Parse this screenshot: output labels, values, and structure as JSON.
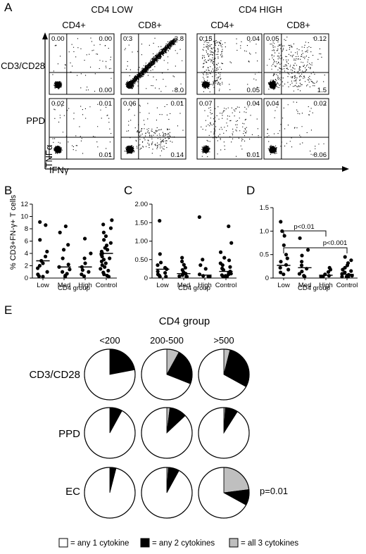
{
  "panelA": {
    "letter": "A",
    "groups": [
      "CD4 LOW",
      "CD4 HIGH"
    ],
    "columns": [
      "CD4+",
      "CD8+",
      "CD4+",
      "CD8+"
    ],
    "rows": [
      "CD3/CD28",
      "PPD"
    ],
    "y_axis_label": "TNFα",
    "x_axis_label": "IFNγ",
    "quadrant_values": [
      [
        {
          "ul": "0.00",
          "ur": "0.00",
          "lr": "0.00"
        },
        {
          "ul": "0.3",
          "ur": "3.8",
          "lr": "8.0"
        },
        {
          "ul": "0.15",
          "ur": "0.04",
          "lr": "0.05"
        },
        {
          "ul": "0.05",
          "ur": "0.12",
          "lr": "1.5"
        }
      ],
      [
        {
          "ul": "0.02",
          "ur": "0.01",
          "lr": "0.01"
        },
        {
          "ul": "0.06",
          "ur": "0.01",
          "lr": "0.14"
        },
        {
          "ul": "0.07",
          "ur": "0.04",
          "lr": "0.01"
        },
        {
          "ul": "0.04",
          "ur": "0.02",
          "lr": "0.06"
        }
      ]
    ]
  },
  "chart_data": [
    {
      "type": "scatter",
      "letter": "B",
      "ylabel": "% CD3+FN-γ+ T cells",
      "xlabel": "CD4 group",
      "categories": [
        "Low",
        "Med",
        "High",
        "Control"
      ],
      "ylim": [
        0,
        12
      ],
      "yticks": [
        "0",
        "2",
        "4",
        "6",
        "8",
        "10",
        "12"
      ],
      "medians": [
        2.8,
        1.8,
        1.8,
        4.0
      ],
      "points": [
        [
          9.1,
          8.6,
          6.2,
          4.3,
          3.5,
          2.8,
          2.4,
          2.0,
          1.6,
          1.0,
          0.6,
          0.3,
          0.1
        ],
        [
          8.4,
          7.4,
          5.4,
          4.6,
          3.2,
          2.2,
          1.8,
          1.4,
          1.0,
          0.7,
          0.4,
          0.2
        ],
        [
          6.4,
          4.0,
          3.2,
          2.4,
          1.8,
          1.3,
          1.0,
          0.6,
          0.3
        ],
        [
          9.4,
          8.7,
          8.1,
          7.4,
          6.8,
          6.2,
          5.7,
          5.3,
          4.9,
          4.6,
          4.3,
          4.0,
          3.8,
          3.5,
          3.2,
          3.0,
          2.7,
          2.4,
          2.1,
          1.8,
          1.5,
          1.2,
          0.9,
          0.6,
          0.4,
          0.2
        ]
      ]
    },
    {
      "type": "scatter",
      "letter": "C",
      "ylabel": "",
      "xlabel": "CD4 group",
      "categories": [
        "Low",
        "Med",
        "High",
        "Control"
      ],
      "ylim": [
        0,
        2.0
      ],
      "yticks": [
        "0",
        "0.50",
        "1.00",
        "1.50",
        "2.00"
      ],
      "medians": [
        0.24,
        0.12,
        0.08,
        0.18
      ],
      "points": [
        [
          1.55,
          0.65,
          0.42,
          0.35,
          0.28,
          0.24,
          0.18,
          0.14,
          0.1,
          0.07,
          0.04,
          0.02
        ],
        [
          0.55,
          0.45,
          0.36,
          0.28,
          0.22,
          0.16,
          0.12,
          0.08,
          0.05,
          0.03,
          0.01
        ],
        [
          1.65,
          0.5,
          0.35,
          0.25,
          0.1,
          0.06,
          0.03,
          0.01
        ],
        [
          1.4,
          0.95,
          0.7,
          0.55,
          0.48,
          0.4,
          0.35,
          0.3,
          0.26,
          0.22,
          0.18,
          0.15,
          0.12,
          0.1,
          0.08,
          0.06,
          0.04,
          0.03,
          0.02,
          0.01
        ]
      ]
    },
    {
      "type": "scatter",
      "letter": "D",
      "ylabel": "",
      "xlabel": "CD4 group",
      "categories": [
        "Low",
        "Med",
        "High",
        "Control"
      ],
      "ylim": [
        0,
        1.5
      ],
      "yticks": [
        "0",
        "0.5",
        "1.0",
        "1.5"
      ],
      "medians": [
        0.27,
        0.22,
        0.06,
        0.08
      ],
      "points": [
        [
          1.2,
          1.0,
          0.9,
          0.7,
          0.5,
          0.42,
          0.35,
          0.28,
          0.22,
          0.18,
          0.12,
          0.08
        ],
        [
          0.85,
          0.6,
          0.48,
          0.35,
          0.27,
          0.2,
          0.14,
          0.09,
          0.05,
          0.02
        ],
        [
          0.22,
          0.18,
          0.13,
          0.08,
          0.05,
          0.03,
          0.01
        ],
        [
          0.45,
          0.38,
          0.32,
          0.27,
          0.22,
          0.18,
          0.15,
          0.12,
          0.09,
          0.07,
          0.05,
          0.03,
          0.02,
          0.01,
          0.005
        ]
      ],
      "annotations": [
        "p<0.01",
        "p<0.001"
      ]
    },
    {
      "type": "pie",
      "letter": "E",
      "title": "CD4 group",
      "columns": [
        "<200",
        "200-500",
        ">500"
      ],
      "rows": [
        "CD3/CD28",
        "PPD",
        "EC"
      ],
      "legend": [
        "= any 1 cytokine",
        "= any 2 cytokines",
        "= all 3 cytokines"
      ],
      "colors": [
        "#ffffff",
        "#000000",
        "#bfbfbf"
      ],
      "annotation": "p=0.01",
      "fractions": [
        [
          [
            0.78,
            0.22,
            0.0
          ],
          [
            0.69,
            0.23,
            0.08
          ],
          [
            0.67,
            0.29,
            0.04
          ]
        ],
        [
          [
            0.92,
            0.08,
            0.0
          ],
          [
            0.87,
            0.11,
            0.02
          ],
          [
            0.91,
            0.08,
            0.01
          ]
        ],
        [
          [
            0.96,
            0.04,
            0.0
          ],
          [
            0.92,
            0.07,
            0.01
          ],
          [
            0.67,
            0.1,
            0.23
          ]
        ]
      ]
    }
  ]
}
